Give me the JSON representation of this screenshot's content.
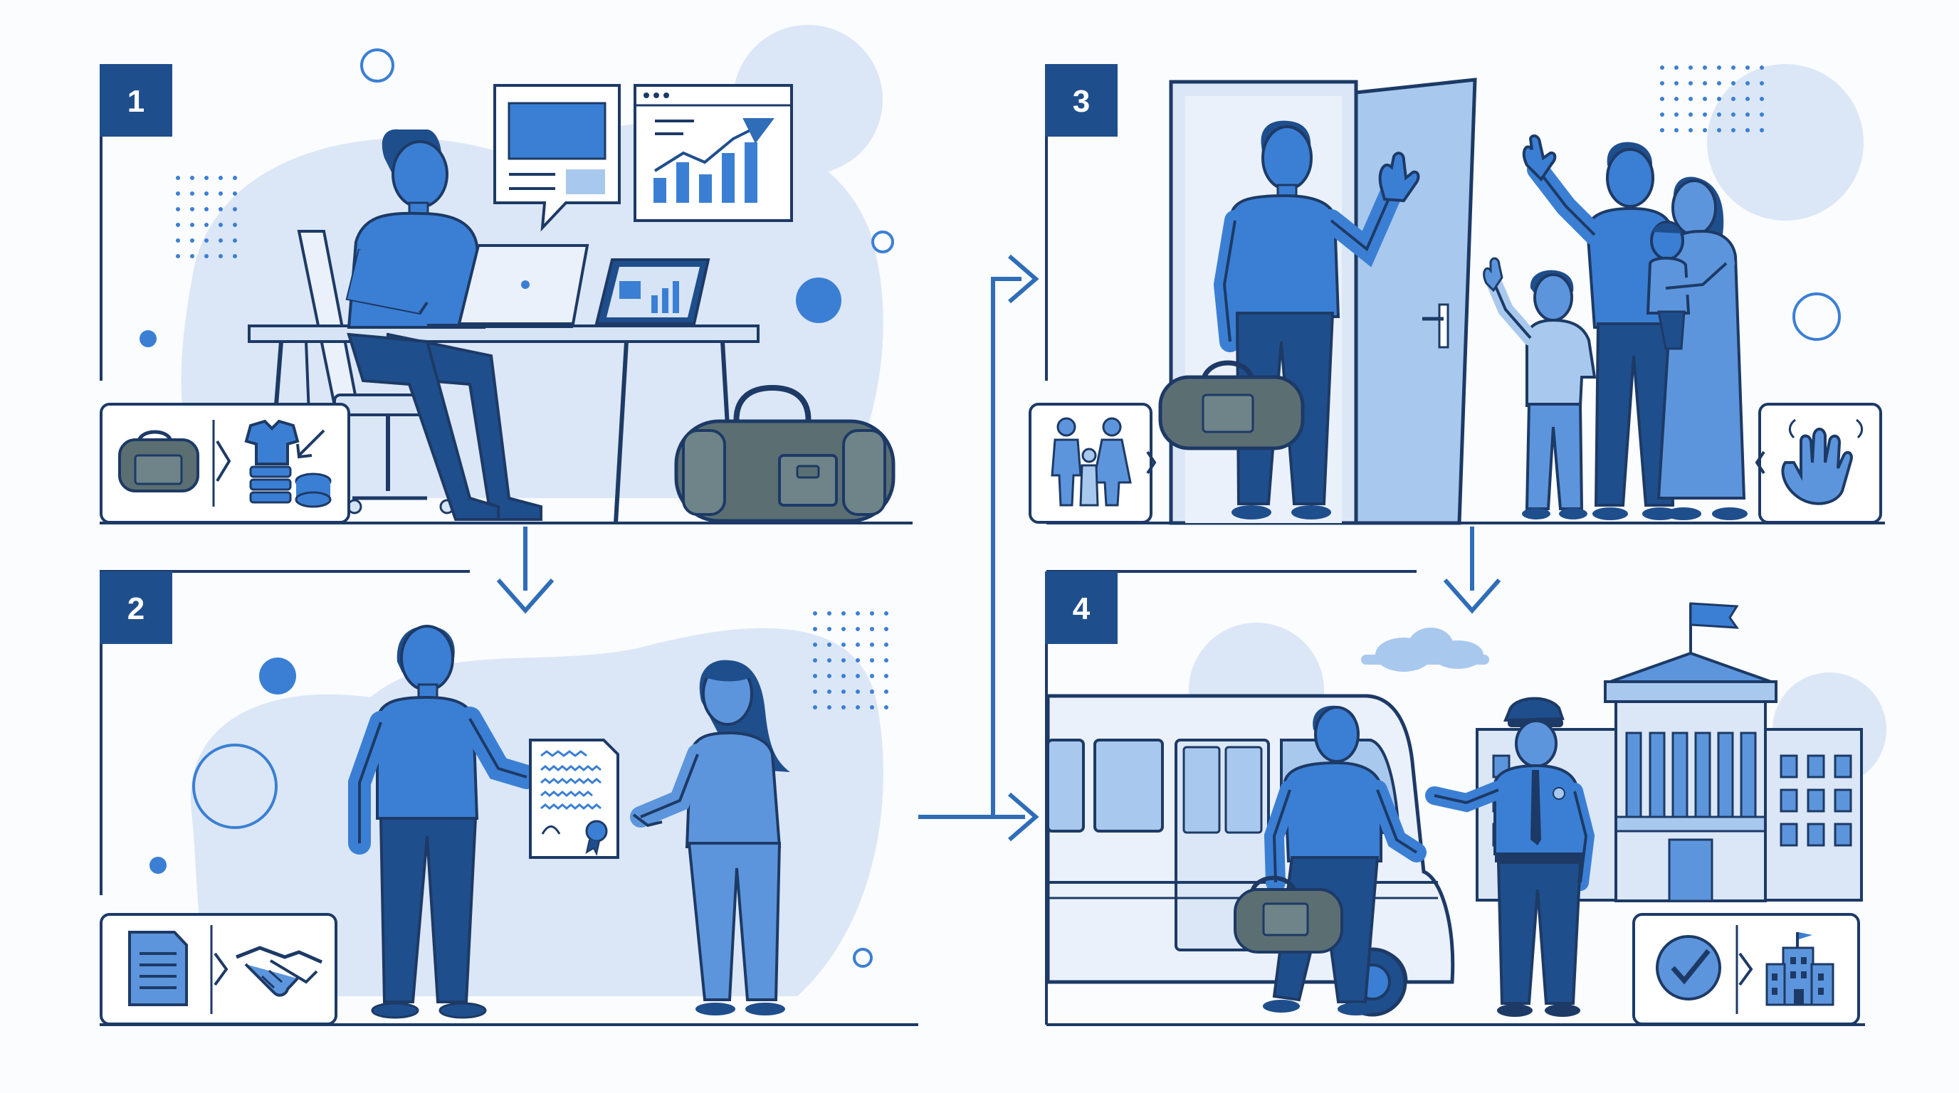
{
  "steps": [
    {
      "number": "1",
      "scene": "remote-work-at-desk",
      "icons": [
        "duffel-bag-icon",
        "clothes-packing-icon"
      ]
    },
    {
      "number": "2",
      "scene": "document-handover",
      "icons": [
        "document-icon",
        "handshake-icon"
      ]
    },
    {
      "number": "3",
      "scene": "family-farewell-at-door",
      "icons": [
        "family-icon",
        "waving-hand-icon"
      ]
    },
    {
      "number": "4",
      "scene": "arrival-at-government-building",
      "icons": [
        "checkmark-icon",
        "building-icon"
      ]
    }
  ],
  "colors": {
    "primary": "#1f4e8c",
    "accent": "#3b7fd4",
    "light": "#d6e4f5",
    "pale": "#eaf1fa",
    "bag": "#5b6f73",
    "outline": "#1d3a66"
  }
}
